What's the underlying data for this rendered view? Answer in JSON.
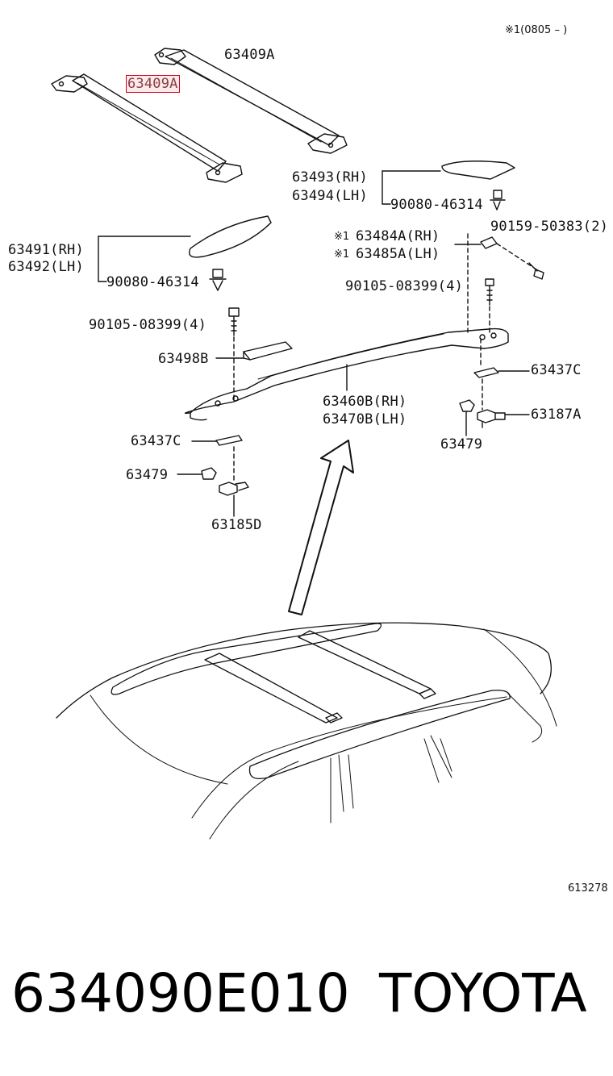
{
  "header_note": "※1(0805 –      )",
  "callouts": {
    "crossbar_rear": "63409A",
    "crossbar_front": "63409A",
    "cover_front_rh": "63493(RH)",
    "cover_front_lh": "63494(LH)",
    "clip_front": "90080-46314",
    "cover_rear_rh": "63491(RH)",
    "cover_rear_lh": "63492(LH)",
    "clip_rear": "90080-46314",
    "screw_top": "90159-50383(2)",
    "bracket_rh": "63484A(RH)",
    "bracket_lh": "63485A(LH)",
    "bracket_mark": "※1",
    "bolt_right": "90105-08399(4)",
    "bolt_left": "90105-08399(4)",
    "rail_cover": "63498B",
    "rail_rh": "63460B(RH)",
    "rail_lh": "63470B(LH)",
    "spacer_right": "63437C",
    "spacer_left": "63437C",
    "nut_right": "63187A",
    "pad_right": "63479",
    "pad_left": "63479",
    "nut_left": "63185D"
  },
  "figure_code": "613278",
  "part_number": "634090E010",
  "brand": "TOYOTA"
}
